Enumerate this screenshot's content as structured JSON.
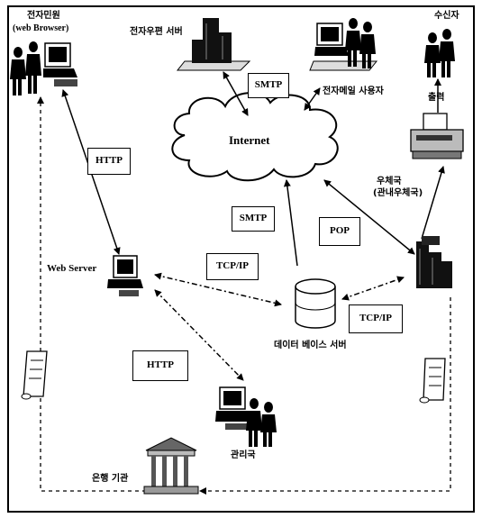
{
  "nodes": {
    "sender_title": "전자민원",
    "sender_sub": "(web Browser)",
    "mail_server": "전자우편 서버",
    "mail_user": "전자메일 사용자",
    "receiver": "수신자",
    "print": "출력",
    "internet": "Internet",
    "post_office": "우체국",
    "post_office_sub": "(관내우체국)",
    "web_server": "Web Server",
    "db_server": "데이터 베이스 서버",
    "admin": "관리국",
    "bank": "은행 기관"
  },
  "protocols": {
    "smtp_top": "SMTP",
    "http_left": "HTTP",
    "smtp_mid": "SMTP",
    "pop": "POP",
    "tcpip_left": "TCP/IP",
    "tcpip_right": "TCP/IP",
    "http_bottom": "HTTP"
  }
}
